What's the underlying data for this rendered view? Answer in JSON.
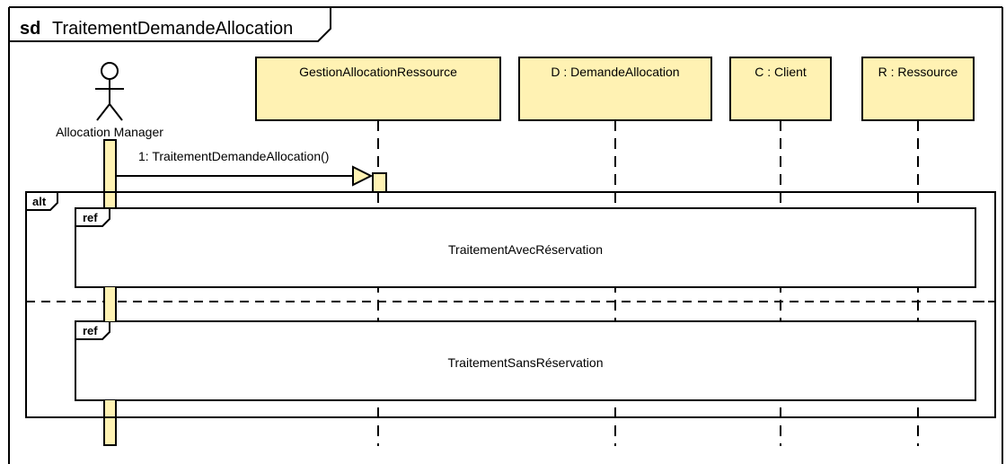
{
  "frame": {
    "keyword": "sd",
    "name": "TraitementDemandeAllocation"
  },
  "actor": {
    "name": "Allocation Manager"
  },
  "lifelines": [
    {
      "label": "GestionAllocationRessource"
    },
    {
      "label": "D : DemandeAllocation"
    },
    {
      "label": "C : Client"
    },
    {
      "label": "R : Ressource"
    }
  ],
  "message": {
    "label": "1: TraitementDemandeAllocation()"
  },
  "alt_fragment": {
    "operator": "alt",
    "refs": [
      {
        "operator": "ref",
        "text": "TraitementAvecRéservation"
      },
      {
        "operator": "ref",
        "text": "TraitementSansRéservation"
      }
    ]
  },
  "colors": {
    "lifeline_fill": "#FFF2B3",
    "activation_fill": "#FFF2B3",
    "line": "#000000",
    "background": "#FFFFFF"
  }
}
